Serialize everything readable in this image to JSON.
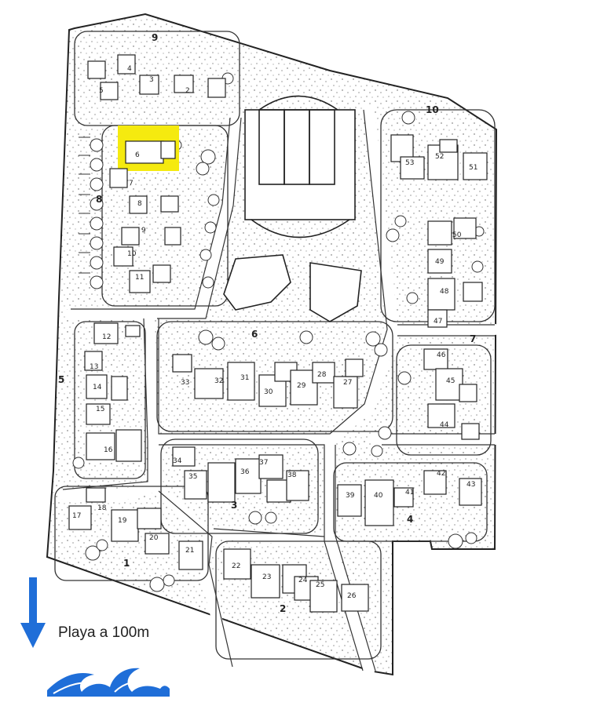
{
  "map": {
    "beach_text": "Playa a 100m",
    "highlight_color": "#f5ea0f",
    "water_color": "#1f6ed8",
    "highlighted_unit": "6",
    "zone_labels": [
      "1",
      "2",
      "3",
      "4",
      "5",
      "6",
      "7",
      "8",
      "9",
      "10"
    ],
    "unit_labels": [
      "2",
      "3",
      "4",
      "5",
      "6",
      "7",
      "8",
      "9",
      "10",
      "11",
      "12",
      "13",
      "14",
      "15",
      "16",
      "17",
      "18",
      "19",
      "20",
      "21",
      "22",
      "23",
      "24",
      "25",
      "26",
      "27",
      "28",
      "29",
      "30",
      "31",
      "32",
      "33",
      "34",
      "35",
      "36",
      "37",
      "38",
      "39",
      "40",
      "41",
      "42",
      "43",
      "44",
      "45",
      "46",
      "47",
      "48",
      "49",
      "50",
      "51",
      "52",
      "53"
    ]
  },
  "icons": {
    "arrow": "arrow-down-icon",
    "wave": "wave-icon"
  }
}
